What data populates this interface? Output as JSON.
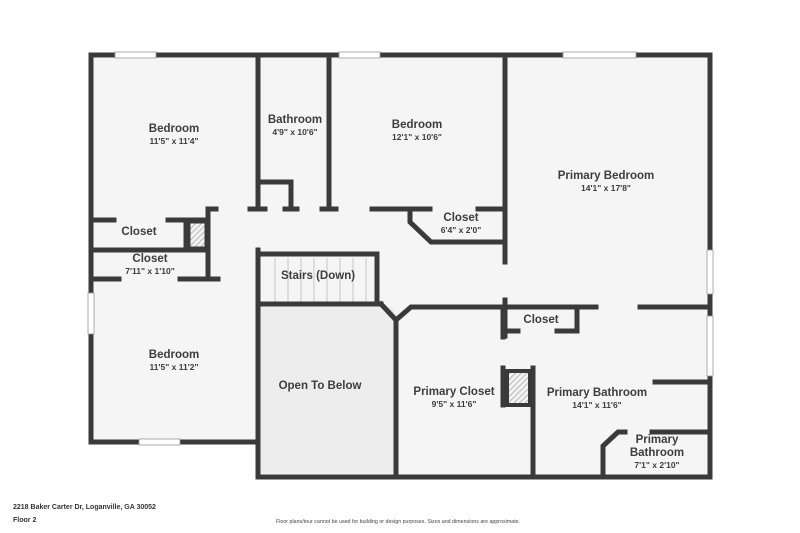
{
  "plan": {
    "address": "2218 Baker Carter Dr, Loganville, GA 30052",
    "floor_label": "Floor 2",
    "disclaimer": "Floor plans/tour cannot be used for building or design purposes. Sizes and dimensions are approximate.",
    "colors": {
      "wall": "#3a3a3a",
      "floor": "#f5f5f5",
      "open_below": "#ececec",
      "background": "#ffffff"
    },
    "rooms": [
      {
        "id": "bedroom-nw",
        "name": "Bedroom",
        "dims": "11'5\" x 11'4\""
      },
      {
        "id": "bathroom",
        "name": "Bathroom",
        "dims": "4'9\" x 10'6\""
      },
      {
        "id": "bedroom-n",
        "name": "Bedroom",
        "dims": "12'1\" x 10'6\""
      },
      {
        "id": "primary-bedroom",
        "name": "Primary Bedroom",
        "dims": "14'1\" x 17'8\""
      },
      {
        "id": "closet-hall",
        "name": "Closet",
        "dims": "6'4\" x 2'0\""
      },
      {
        "id": "closet-w1",
        "name": "Closet",
        "dims": ""
      },
      {
        "id": "closet-w2",
        "name": "Closet",
        "dims": "7'11\" x 1'10\""
      },
      {
        "id": "stairs",
        "name": "Stairs (Down)",
        "dims": ""
      },
      {
        "id": "bedroom-sw",
        "name": "Bedroom",
        "dims": "11'5\" x 11'2\""
      },
      {
        "id": "open-below",
        "name": "Open To Below",
        "dims": ""
      },
      {
        "id": "primary-closet",
        "name": "Primary Closet",
        "dims": "9'5\" x 11'6\""
      },
      {
        "id": "closet-bath",
        "name": "Closet",
        "dims": ""
      },
      {
        "id": "primary-bathroom",
        "name": "Primary Bathroom",
        "dims": "14'1\" x 11'6\""
      },
      {
        "id": "primary-bathroom-wc",
        "name": "Primary Bathroom",
        "dims": "7'1\" x 2'10\""
      }
    ]
  }
}
